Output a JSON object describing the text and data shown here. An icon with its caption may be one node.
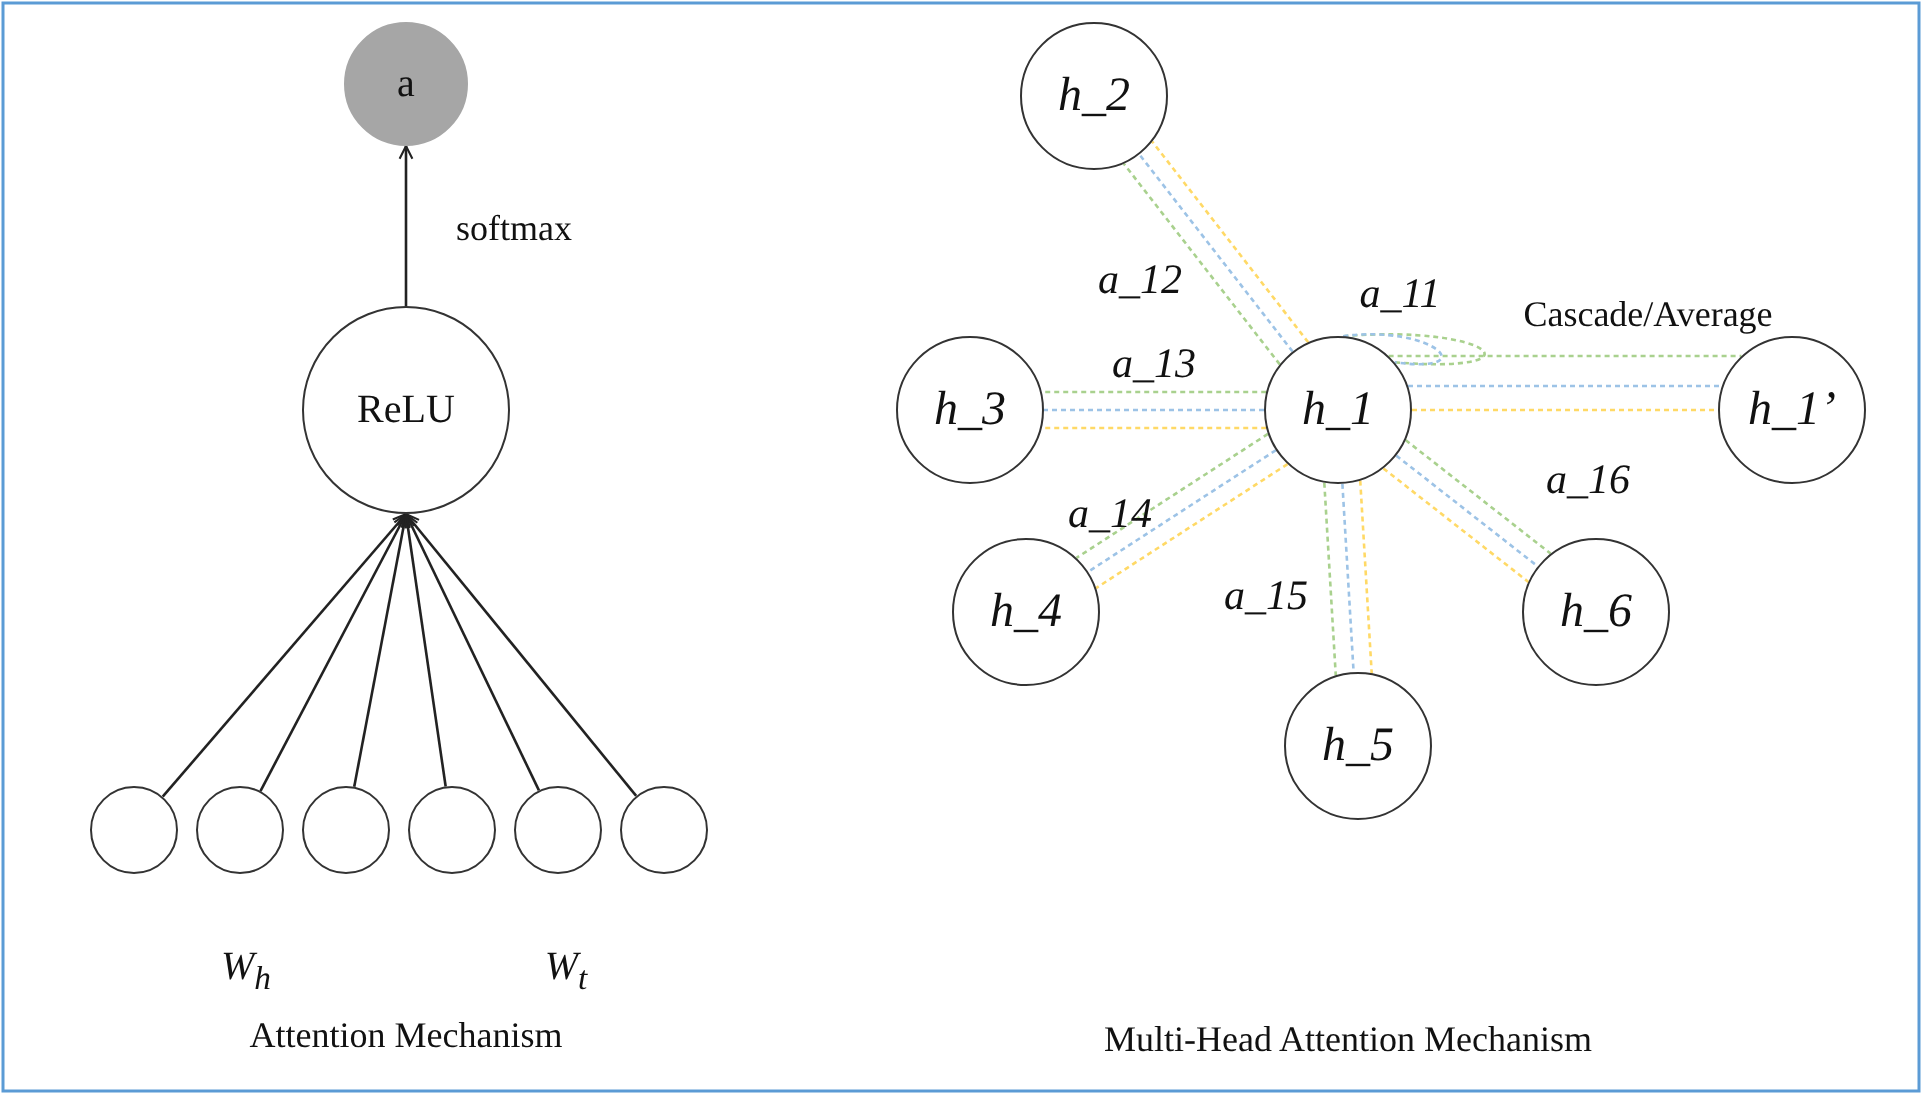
{
  "diagram": {
    "nodes": [
      {
        "text": [
          "a"
        ]
      },
      {
        "text": [
          "ReLU"
        ]
      },
      {
        "text": [],
        "shape": "circle"
      },
      {
        "text": [],
        "shape": "circle"
      },
      {
        "text": [],
        "shape": "circle"
      },
      {
        "text": [],
        "shape": "circle"
      },
      {
        "text": [],
        "shape": "circle"
      },
      {
        "text": [],
        "shape": "circle"
      },
      {
        "text": [
          "h_2"
        ]
      },
      {
        "text": [
          "h_3"
        ]
      },
      {
        "text": [
          "h_1"
        ]
      },
      {
        "text": [
          "h_1’"
        ]
      },
      {
        "text": [
          "h_4"
        ]
      },
      {
        "text": [
          "h_6"
        ]
      },
      {
        "text": [
          "h_5"
        ]
      }
    ],
    "edges": [
      {
        "from": 1,
        "to": 0,
        "arrow": "to",
        "label": "softmax"
      },
      {
        "from": 2,
        "to": 1,
        "arrow": "to"
      },
      {
        "from": 3,
        "to": 1,
        "arrow": "to"
      },
      {
        "from": 4,
        "to": 1,
        "arrow": "to"
      },
      {
        "from": 5,
        "to": 1,
        "arrow": "to"
      },
      {
        "from": 6,
        "to": 1,
        "arrow": "to"
      },
      {
        "from": 7,
        "to": 1,
        "arrow": "to"
      },
      {
        "from": 10,
        "to": 8,
        "arrow": "none",
        "style": "dashed",
        "color": "#ffd966"
      },
      {
        "from": 10,
        "to": 8,
        "arrow": "none",
        "style": "dashed",
        "color": "#9dc3e6",
        "label": "a_12"
      },
      {
        "from": 10,
        "to": 8,
        "arrow": "none",
        "style": "dashed",
        "color": "#a9d18e"
      },
      {
        "from": 10,
        "to": 9,
        "arrow": "none",
        "style": "dashed",
        "color": "#ffd966"
      },
      {
        "from": 10,
        "to": 9,
        "arrow": "none",
        "style": "dashed",
        "color": "#9dc3e6",
        "label": "a_13"
      },
      {
        "from": 10,
        "to": 9,
        "arrow": "none",
        "style": "dashed",
        "color": "#a9d18e"
      },
      {
        "from": 10,
        "to": 11,
        "arrow": "none",
        "style": "dashed",
        "color": "#ffd966"
      },
      {
        "from": 10,
        "to": 11,
        "arrow": "none",
        "style": "dashed",
        "color": "#9dc3e6"
      },
      {
        "from": 10,
        "to": 11,
        "arrow": "none",
        "style": "dashed",
        "color": "#a9d18e",
        "label": "Cascade/Average"
      },
      {
        "from": 10,
        "to": 12,
        "arrow": "none",
        "style": "dashed",
        "color": "#ffd966"
      },
      {
        "from": 10,
        "to": 12,
        "arrow": "none",
        "style": "dashed",
        "color": "#9dc3e6",
        "label": "a_14"
      },
      {
        "from": 10,
        "to": 12,
        "arrow": "none",
        "style": "dashed",
        "color": "#a9d18e"
      },
      {
        "from": 10,
        "to": 13,
        "arrow": "none",
        "style": "dashed",
        "color": "#ffd966"
      },
      {
        "from": 10,
        "to": 13,
        "arrow": "none",
        "style": "dashed",
        "color": "#9dc3e6",
        "label": "a_16"
      },
      {
        "from": 10,
        "to": 13,
        "arrow": "none",
        "style": "dashed",
        "color": "#a9d18e"
      },
      {
        "from": 10,
        "to": 14,
        "arrow": "none",
        "style": "dashed",
        "color": "#ffd966"
      },
      {
        "from": 10,
        "to": 14,
        "arrow": "none",
        "style": "dashed",
        "color": "#9dc3e6",
        "label": "a_15"
      },
      {
        "from": 10,
        "to": 14,
        "arrow": "none",
        "style": "dashed",
        "color": "#a9d18e"
      },
      {
        "from": 10,
        "to": 10,
        "arrow": "none",
        "style": "dashed",
        "color": "#a9d18e"
      },
      {
        "from": 10,
        "to": 10,
        "arrow": "none",
        "style": "dashed",
        "color": "#9dc3e6",
        "label": "a_11"
      }
    ],
    "labels": [
      "W$_{h}$",
      "W$_{t}$",
      "Attention Mechanism",
      "Multi-Head Attention Mechanism"
    ]
  }
}
